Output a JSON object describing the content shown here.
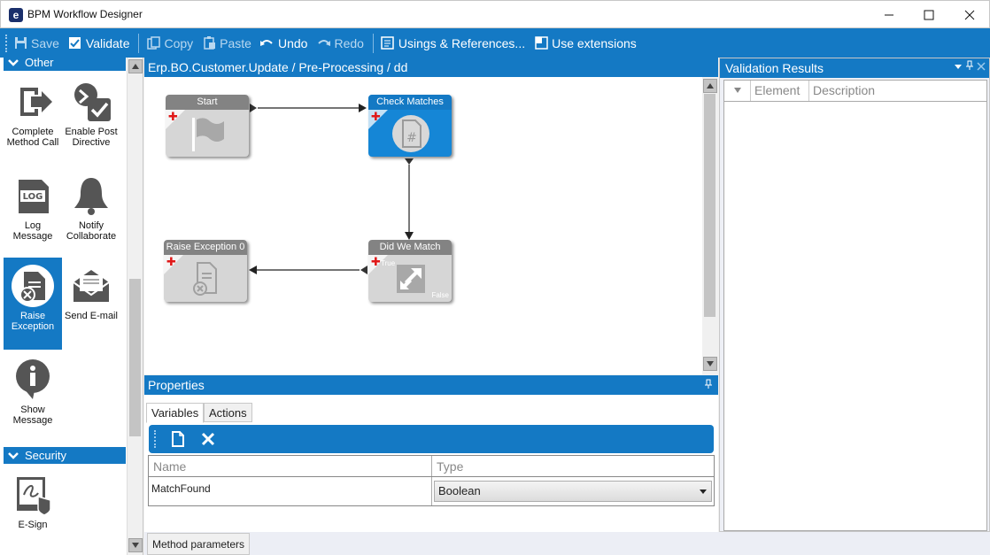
{
  "window": {
    "title": "BPM Workflow Designer",
    "logo_letter": "e"
  },
  "toolbar": {
    "save": "Save",
    "validate": "Validate",
    "copy": "Copy",
    "paste": "Paste",
    "undo": "Undo",
    "redo": "Redo",
    "usings": "Usings & References...",
    "use_extensions": "Use extensions"
  },
  "toolbox": {
    "groups": [
      {
        "label": "Other",
        "items": [
          {
            "label": "Complete Method Call"
          },
          {
            "label": "Enable Post Directive"
          },
          {
            "label": "Log Message"
          },
          {
            "label": "Notify Collaborate"
          },
          {
            "label": "Raise Exception",
            "selected": true
          },
          {
            "label": "Send E-mail"
          },
          {
            "label": "Show Message"
          }
        ]
      },
      {
        "label": "Security",
        "items": [
          {
            "label": "E-Sign"
          }
        ]
      }
    ]
  },
  "canvas": {
    "breadcrumb": "Erp.BO.Customer.Update / Pre-Processing / dd",
    "nodes": [
      {
        "id": "start",
        "title": "Start"
      },
      {
        "id": "check",
        "title": "Check Matches",
        "active": true
      },
      {
        "id": "didmatch",
        "title": "Did We Match",
        "true_label": "True",
        "false_label": "False"
      },
      {
        "id": "raise",
        "title": "Raise Exception 0"
      }
    ]
  },
  "properties": {
    "title": "Properties",
    "tabs": [
      "Variables",
      "Actions"
    ],
    "active_tab": "Variables",
    "columns": [
      "Name",
      "Type"
    ],
    "rows": [
      {
        "name": "MatchFound",
        "type": "Boolean"
      }
    ]
  },
  "bottom_tab": "Method parameters",
  "validation": {
    "title": "Validation Results",
    "columns": [
      "Element",
      "Description"
    ]
  },
  "colors": {
    "accent": "#1479c4",
    "node_gray": "#838383",
    "plus_red": "#e01818"
  }
}
